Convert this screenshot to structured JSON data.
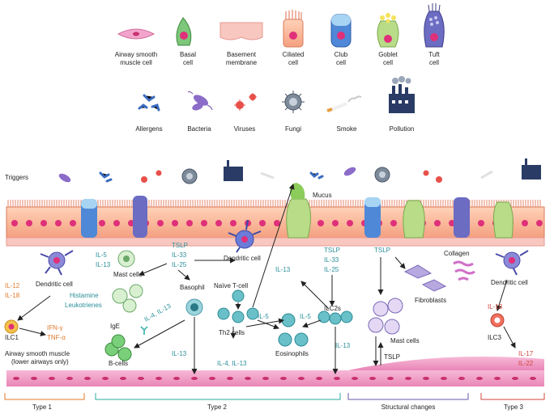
{
  "legend_cells": [
    {
      "label1": "Airway smooth",
      "label2": "muscle cell"
    },
    {
      "label1": "Basal",
      "label2": "cell"
    },
    {
      "label1": "Basement",
      "label2": "membrane"
    },
    {
      "label1": "Ciliated",
      "label2": "cell"
    },
    {
      "label1": "Club",
      "label2": "cell"
    },
    {
      "label1": "Goblet",
      "label2": "cell"
    },
    {
      "label1": "Tuft",
      "label2": "cell"
    }
  ],
  "legend_triggers": [
    "Allergens",
    "Bacteria",
    "Viruses",
    "Fungi",
    "Smoke",
    "Pollution"
  ],
  "labels": {
    "triggers": "Triggers",
    "mucus": "Mucus",
    "dendritic_left": "Dendritic cell",
    "il12": "IL-12",
    "il18_left": "IL-18",
    "ilc1": "ILC1",
    "ifn": "IFN-γ",
    "tnf": "TNF-α",
    "mast_il5": "IL-5",
    "mast_il13": "IL-13",
    "mast_cells": "Mast cells",
    "histamine": "Histamine",
    "leukotrienes": "Leukotrienes",
    "tslp_top": "TSLP",
    "il33_top": "IL-33",
    "il25_top": "IL-25",
    "dendritic_center": "Dendritic cell",
    "basophil": "Basophil",
    "naive": "Naïve T-cell",
    "ige": "IgE",
    "il4_il13": "IL-4, IL-13",
    "b_cells": "B-cells",
    "th2": "Th2 cells",
    "il5_a": "IL-5",
    "il5_b": "IL-5",
    "eosinophils": "Eosinophils",
    "il13_center": "IL-13",
    "il13_basophil": "IL-13",
    "il4_il13_bottom": "IL-4, IL-13",
    "tslp_mid": "TSLP",
    "il33_mid": "IL-33",
    "il25_mid": "IL-25",
    "ilc2": "ILC2s",
    "il13_ilc2": "IL-13",
    "tslp_struct": "TSLP",
    "collagen": "Collagen",
    "fibroblasts": "Fibroblasts",
    "mast_cells_struct": "Mast cells",
    "tslp_bottom": "TSLP",
    "dendritic_right": "Dendritic cell",
    "il18_right": "IL-18",
    "ilc3": "ILC3",
    "il17": "IL-17",
    "il22": "IL-22",
    "asm1": "Airway smooth muscle",
    "asm2": "(lower airways only)"
  },
  "brackets": [
    {
      "label": "Type 1",
      "color": "#e07a2a"
    },
    {
      "label": "Type 2",
      "color": "#2aa8a0"
    },
    {
      "label": "Structural changes",
      "color": "#6a5aa8"
    },
    {
      "label": "Type 3",
      "color": "#d0443a"
    }
  ]
}
